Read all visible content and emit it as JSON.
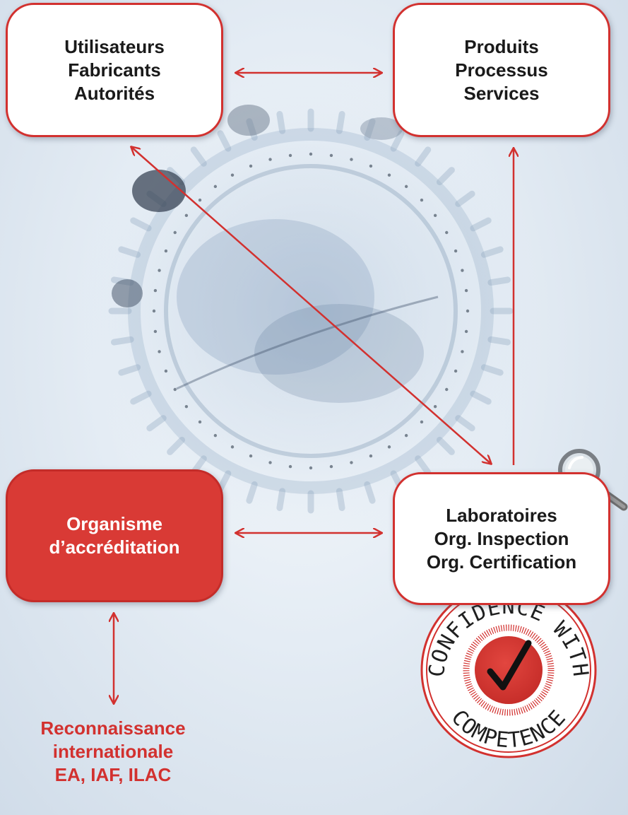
{
  "boxes": {
    "users": [
      "Utilisateurs",
      "Fabricants",
      "Autorités"
    ],
    "products": [
      "Produits",
      "Processus",
      "Services"
    ],
    "accreditation": [
      "Organisme",
      "d’accréditation"
    ],
    "labs": [
      "Laboratoires",
      "Org. Inspection",
      "Org. Certification"
    ]
  },
  "recognition": [
    "Reconnaissance",
    "internationale",
    "EA, IAF, ILAC"
  ],
  "seal": {
    "top_text": "CONFIDENCE WITH",
    "bottom_text": "COMPETENCE",
    "icon": "checkmark-icon"
  },
  "colors": {
    "accent_red": "#d2312f",
    "box_fill_red": "#d93a35",
    "box_fill_white": "#ffffff",
    "text_dark": "#1a1a1a",
    "background": "#e4ecf4"
  }
}
